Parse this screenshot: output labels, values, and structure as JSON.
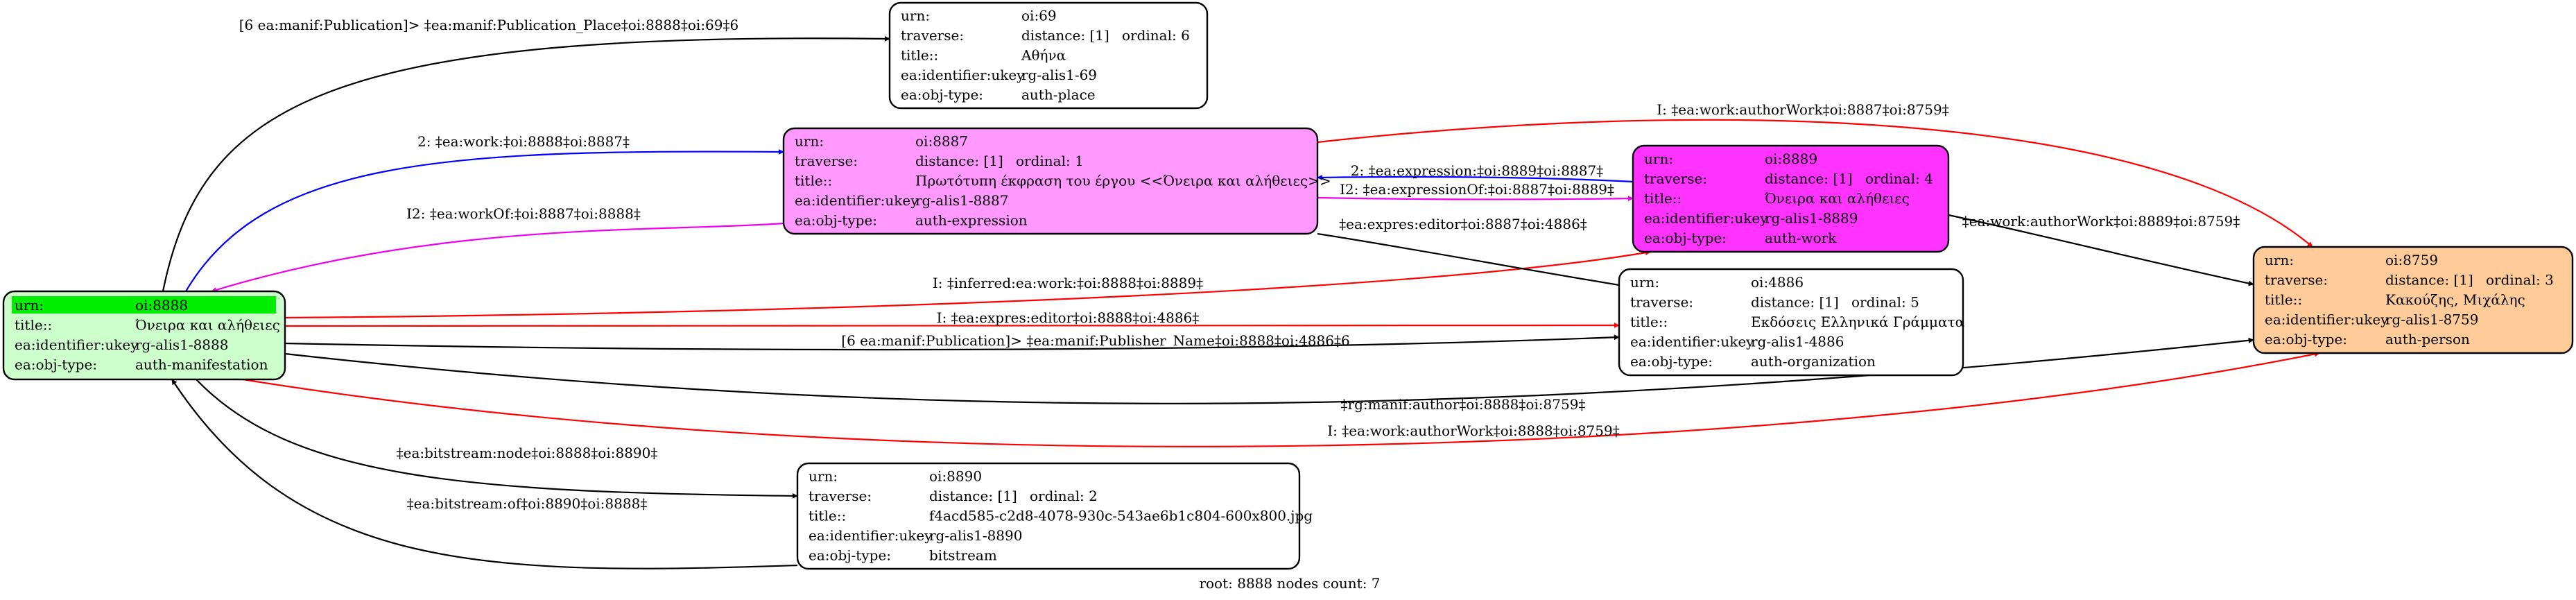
{
  "field_labels": {
    "urn": "urn:",
    "traverse": "traverse:",
    "title": "title::",
    "identifier": "ea:identifier:ukey",
    "objtype": "ea:obj-type:"
  },
  "ordinal_label": "ordinal:",
  "colors": {
    "highlight_green": "#00ee00",
    "manifestation_fill": "#ccffcc",
    "expression_fill": "#ff99ff",
    "work_fill": "#ff33ff",
    "person_fill": "#ffcc99",
    "plain_fill": "#ffffff",
    "edge_black": "#000000",
    "edge_blue": "#0000ff",
    "edge_magenta": "#ee00ee",
    "edge_red": "#ff0000"
  },
  "nodes": [
    {
      "id": "oi-8888",
      "urn": "oi:8888",
      "traverse": "",
      "ordinal": "",
      "title": "Όνειρα και αλήθειες",
      "identifier": "rg-alis1-8888",
      "objtype": "auth-manifestation",
      "fill": "#ccffcc",
      "has_traverse": false,
      "highlight_urn": true
    },
    {
      "id": "oi-69",
      "urn": "oi:69",
      "traverse": "distance: [1]",
      "ordinal": "6",
      "title": "Αθήνα",
      "identifier": "rg-alis1-69",
      "objtype": "auth-place",
      "fill": "#ffffff",
      "has_traverse": true,
      "highlight_urn": false
    },
    {
      "id": "oi-8887",
      "urn": "oi:8887",
      "traverse": "distance: [1]",
      "ordinal": "1",
      "title": "Πρωτότυπη έκφραση του έργου <<Όνειρα και αλήθειες>>",
      "identifier": "rg-alis1-8887",
      "objtype": "auth-expression",
      "fill": "#ff99ff",
      "has_traverse": true,
      "highlight_urn": false
    },
    {
      "id": "oi-8889",
      "urn": "oi:8889",
      "traverse": "distance: [1]",
      "ordinal": "4",
      "title": "Όνειρα και αλήθειες",
      "identifier": "rg-alis1-8889",
      "objtype": "auth-work",
      "fill": "#ff33ff",
      "has_traverse": true,
      "highlight_urn": false
    },
    {
      "id": "oi-4886",
      "urn": "oi:4886",
      "traverse": "distance: [1]",
      "ordinal": "5",
      "title": "Εκδόσεις Ελληνικά Γράμματα",
      "identifier": "rg-alis1-4886",
      "objtype": "auth-organization",
      "fill": "#ffffff",
      "has_traverse": true,
      "highlight_urn": false
    },
    {
      "id": "oi-8759",
      "urn": "oi:8759",
      "traverse": "distance: [1]",
      "ordinal": "3",
      "title": "Κακούζης, Μιχάλης",
      "identifier": "rg-alis1-8759",
      "objtype": "auth-person",
      "fill": "#ffcc99",
      "has_traverse": true,
      "highlight_urn": false
    },
    {
      "id": "oi-8890",
      "urn": "oi:8890",
      "traverse": "distance: [1]",
      "ordinal": "2",
      "title": "f4acd585-c2d8-4078-930c-543ae6b1c804-600x800.jpg",
      "identifier": "rg-alis1-8890",
      "objtype": "bitstream",
      "fill": "#ffffff",
      "has_traverse": true,
      "highlight_urn": false
    }
  ],
  "edges": [
    {
      "id": "e-place",
      "from": "oi:8888",
      "to": "oi:69",
      "color": "#000000",
      "label": "[6 ea:manif:Publication]> ‡ea:manif:Publication_Place‡oi:8888‡oi:69‡6"
    },
    {
      "id": "e-work-8887",
      "from": "oi:8888",
      "to": "oi:8887",
      "color": "#0000ff",
      "label": "2: ‡ea:work:‡oi:8888‡oi:8887‡"
    },
    {
      "id": "e-workof",
      "from": "oi:8887",
      "to": "oi:8888",
      "color": "#ee00ee",
      "label": "I2: ‡ea:workOf:‡oi:8887‡oi:8888‡"
    },
    {
      "id": "e-inferred",
      "from": "oi:8888",
      "to": "oi:8889",
      "color": "#ff0000",
      "label": "I: ‡inferred:ea:work:‡oi:8888‡oi:8889‡"
    },
    {
      "id": "e-editor-8888",
      "from": "oi:8888",
      "to": "oi:4886",
      "color": "#ff0000",
      "label": "I: ‡ea:expres:editor‡oi:8888‡oi:4886‡"
    },
    {
      "id": "e-publisher",
      "from": "oi:8888",
      "to": "oi:4886",
      "color": "#000000",
      "label": "[6 ea:manif:Publication]> ‡ea:manif:Publisher_Name‡oi:8888‡oi:4886‡6"
    },
    {
      "id": "e-rg-author",
      "from": "oi:8888",
      "to": "oi:8759",
      "color": "#000000",
      "label": "‡rg:manif:author‡oi:8888‡oi:8759‡"
    },
    {
      "id": "e-authorwork-8888",
      "from": "oi:8888",
      "to": "oi:8759",
      "color": "#ff0000",
      "label": "I: ‡ea:work:authorWork‡oi:8888‡oi:8759‡"
    },
    {
      "id": "e-bitstream-node",
      "from": "oi:8888",
      "to": "oi:8890",
      "color": "#000000",
      "label": "‡ea:bitstream:node‡oi:8888‡oi:8890‡"
    },
    {
      "id": "e-bitstream-of",
      "from": "oi:8890",
      "to": "oi:8888",
      "color": "#000000",
      "label": "‡ea:bitstream:of‡oi:8890‡oi:8888‡"
    },
    {
      "id": "e-authorwork-8887",
      "from": "oi:8887",
      "to": "oi:8759",
      "color": "#ff0000",
      "label": "I: ‡ea:work:authorWork‡oi:8887‡oi:8759‡"
    },
    {
      "id": "e-expression",
      "from": "oi:8889",
      "to": "oi:8887",
      "color": "#0000ff",
      "label": "2: ‡ea:expression:‡oi:8889‡oi:8887‡"
    },
    {
      "id": "e-expressionof",
      "from": "oi:8887",
      "to": "oi:8889",
      "color": "#ee00ee",
      "label": "I2: ‡ea:expressionOf:‡oi:8887‡oi:8889‡"
    },
    {
      "id": "e-editor-8887",
      "from": "oi:8887",
      "to": "oi:4886",
      "color": "#000000",
      "label": "‡ea:expres:editor‡oi:8887‡oi:4886‡"
    },
    {
      "id": "e-authorwork-8889",
      "from": "oi:8889",
      "to": "oi:8759",
      "color": "#000000",
      "label": "‡ea:work:authorWork‡oi:8889‡oi:8759‡"
    }
  ],
  "footer": {
    "text": "root: 8888 nodes count: 7"
  }
}
